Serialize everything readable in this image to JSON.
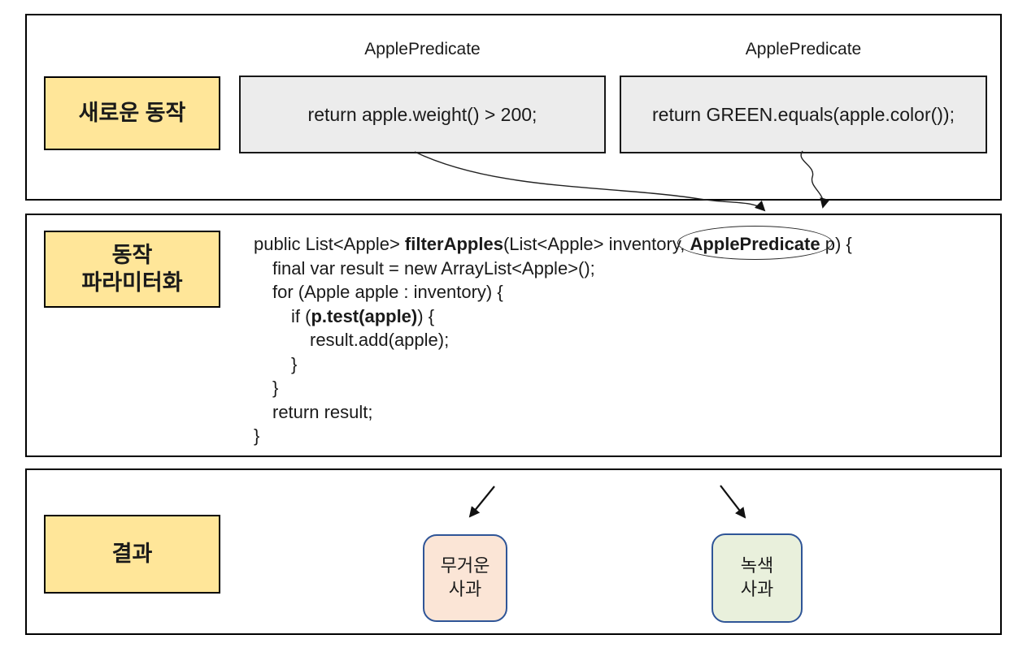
{
  "diagram": {
    "colors": {
      "label_fill": "#FFE699",
      "label_border": "#000000",
      "predicate_fill": "#ECECEC",
      "predicate_border": "#181818",
      "outer_border": "#000000",
      "result_border": "#2F5597",
      "heavy_apple_fill": "#FBE5D6",
      "green_apple_fill": "#E9F0DC",
      "text": "#1a1a1a"
    },
    "top": {
      "label": "새로운 동작",
      "predicates": [
        {
          "class_name": "ApplePredicate",
          "body": "return apple.weight() > 200;"
        },
        {
          "class_name": "ApplePredicate",
          "body": "return GREEN.equals(apple.color());"
        }
      ]
    },
    "middle": {
      "label_line1": "동작",
      "label_line2": "파라미터화",
      "code_lines": [
        {
          "indent": 0,
          "segs": [
            {
              "t": "public List<Apple> "
            },
            {
              "t": "filterApples",
              "b": true
            },
            {
              "t": "(List<Apple> inventory, "
            },
            {
              "t": "ApplePredicate",
              "b": true,
              "oval": true
            },
            {
              "t": " p) {"
            }
          ]
        },
        {
          "indent": 1,
          "segs": [
            {
              "t": "final var result = new ArrayList<Apple>();"
            }
          ]
        },
        {
          "indent": 1,
          "segs": [
            {
              "t": "for (Apple apple : inventory) {"
            }
          ]
        },
        {
          "indent": 2,
          "segs": [
            {
              "t": "if ("
            },
            {
              "t": "p.test(apple)",
              "b": true
            },
            {
              "t": ") {"
            }
          ]
        },
        {
          "indent": 3,
          "segs": [
            {
              "t": "result.add(apple);"
            }
          ]
        },
        {
          "indent": 2,
          "segs": [
            {
              "t": "}"
            }
          ]
        },
        {
          "indent": 1,
          "segs": [
            {
              "t": "}"
            }
          ]
        },
        {
          "indent": 1,
          "segs": [
            {
              "t": "return result;"
            }
          ]
        },
        {
          "indent": 0,
          "segs": [
            {
              "t": "}"
            }
          ]
        }
      ]
    },
    "bottom": {
      "label": "결과",
      "results": [
        {
          "line1": "무거운",
          "line2": "사과"
        },
        {
          "line1": "녹색",
          "line2": "사과"
        }
      ]
    }
  }
}
